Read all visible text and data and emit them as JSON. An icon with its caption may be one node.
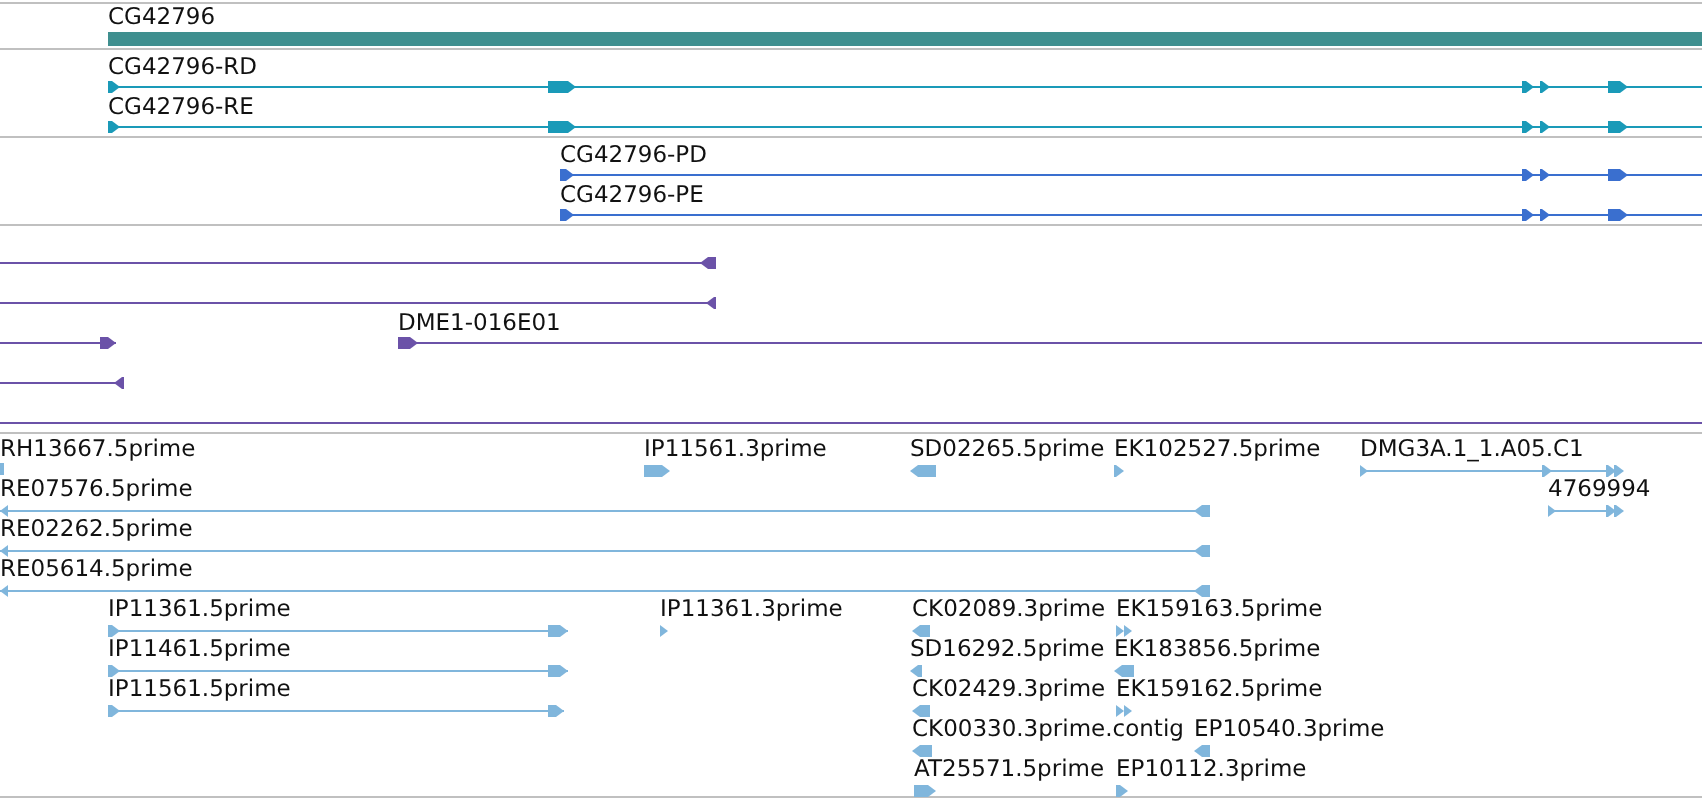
{
  "diagram": {
    "labels": [
      "CG42796",
      "CG42796-RD",
      "CG42796-RE",
      "CG42796-PD",
      "CG42796-PE",
      "DME1-016E01",
      "RH13667.5prime",
      "IP11561.3prime",
      "SD02265.5prime",
      "EK102527.5prime",
      "DMG3A.1_1.A05.C1",
      "RE07576.5prime",
      "4769994",
      "RE02262.5prime",
      "RE05614.5prime",
      "IP11361.5prime",
      "IP11361.3prime",
      "CK02089.3prime",
      "EK159163.5prime",
      "IP11461.5prime",
      "SD16292.5prime",
      "EK183856.5prime",
      "IP11561.5prime",
      "CK02429.3prime",
      "EK159162.5prime",
      "CK00330.3prime.contig",
      "EP10540.3prime",
      "AT25571.5prime",
      "EP10112.3prime"
    ]
  }
}
